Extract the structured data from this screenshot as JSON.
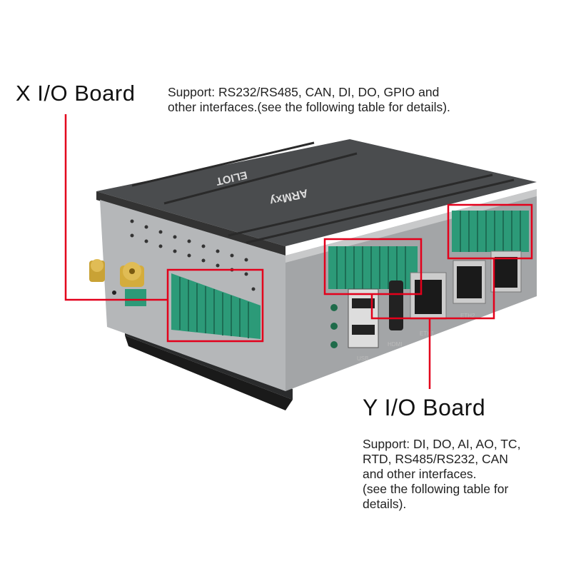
{
  "x_board": {
    "title": "X I/O Board",
    "lines": [
      "Support: RS232/RS485, CAN, DI, DO, GPIO and",
      "other interfaces.(see the following table for details)."
    ]
  },
  "y_board": {
    "title": "Y I/O Board",
    "lines": [
      "Support: DI, DO, AI, AO, TC,",
      "RTD, RS485/RS232, CAN",
      "and other interfaces.",
      "(see the following table for",
      "details)."
    ]
  },
  "device": {
    "brand_logo": "ELIOT",
    "model": "ARMxy",
    "port_labels": {
      "usb": "USB",
      "hdmi": "HDMI",
      "eth1": "ETH1",
      "eth2": "ETH2"
    }
  },
  "colors": {
    "highlight": "#e3001b",
    "terminal": "#2c9a78",
    "chassis": "#a9abad",
    "top": "#4a4c4e"
  }
}
